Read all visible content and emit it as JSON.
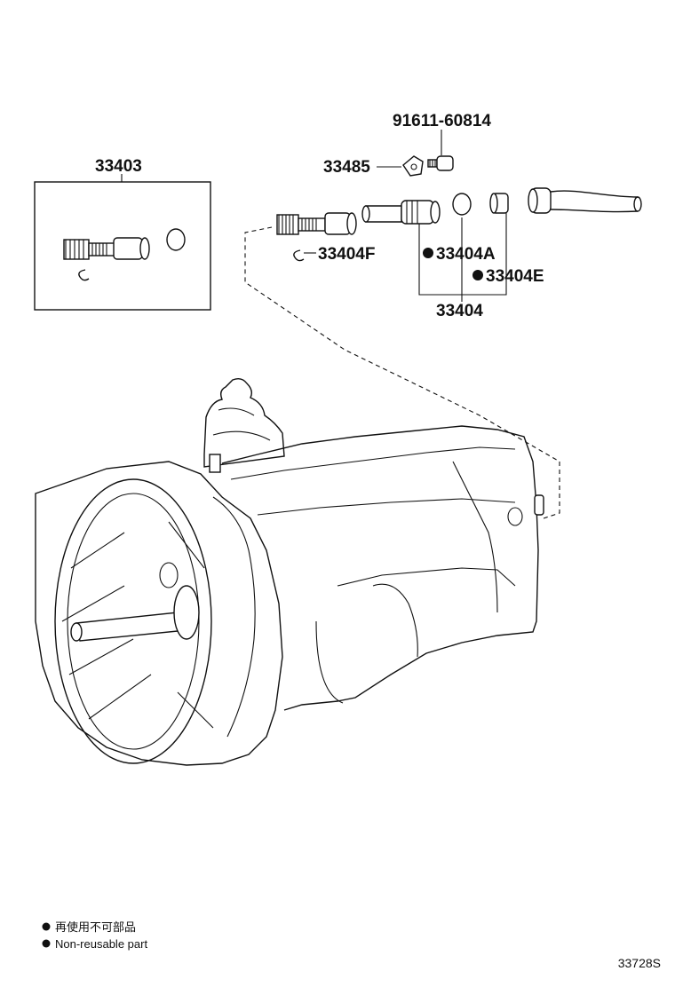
{
  "labels": {
    "kit": "33403",
    "bolt": "91611-60814",
    "plate": "33485",
    "clip": "33404F",
    "sleeve": "33404A",
    "oring": "33404E",
    "assy": "33404"
  },
  "legend": {
    "line1": "再使用不可部品",
    "line2": "Non-reusable part"
  },
  "figure_code": "33728S"
}
